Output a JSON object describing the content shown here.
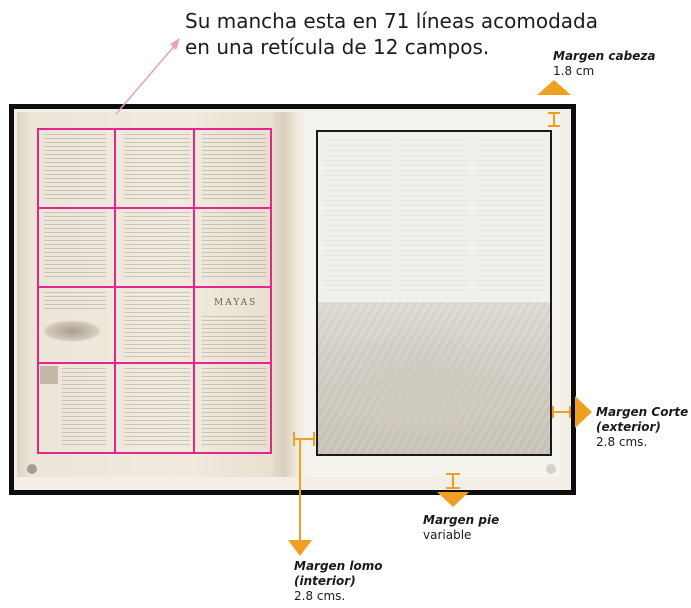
{
  "title": {
    "line1": "Su mancha esta en 71 líneas acomodada",
    "line2": "en una retícula de 12 campos."
  },
  "labels": {
    "cabeza": {
      "name": "Margen cabeza",
      "value": "1.8 cm"
    },
    "corte": {
      "name_line1": "Margen Corte",
      "name_line2": "(exterior)",
      "value": "2.8 cms."
    },
    "pie": {
      "name": "Margen pie",
      "value": "variable"
    },
    "lomo": {
      "name_line1": "Margen lomo",
      "name_line2": "(interior)",
      "value": "2.8 cms."
    }
  },
  "grid": {
    "columns": 3,
    "rows": 4,
    "fields": 12
  },
  "left_page_text": {
    "masthead": "MAYAS"
  },
  "colors": {
    "grid": "#e5268b",
    "arrow_title": "#e8a0bf",
    "margin_markers": "#f0a020",
    "frame": "#0d0d0d"
  }
}
